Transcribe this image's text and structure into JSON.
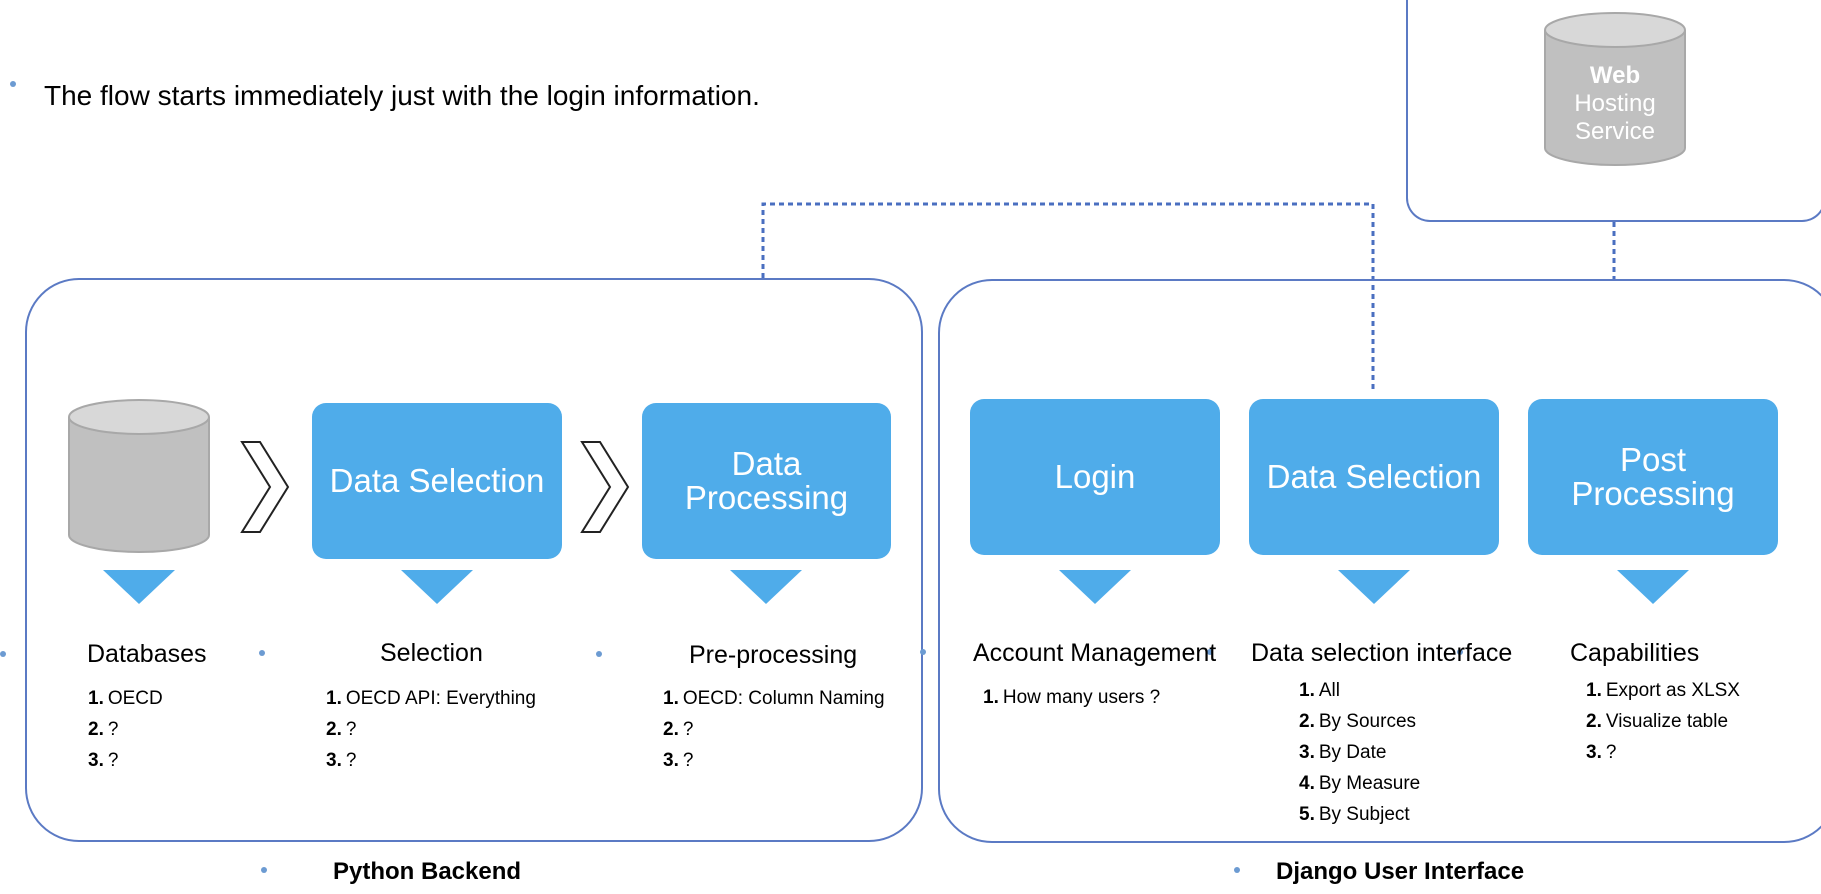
{
  "intro": {
    "text": "The flow starts immediately just with the login information."
  },
  "hosting": {
    "label_bold": "Web",
    "label_rest_1": "Hosting",
    "label_rest_2": "Service"
  },
  "backend": {
    "title": "Python Backend",
    "steps": [
      {
        "label": "Data Selection"
      },
      {
        "label_1": "Data",
        "label_2": "Processing"
      }
    ],
    "columns": [
      {
        "heading": "Databases",
        "items": [
          "OECD",
          "?",
          "?"
        ]
      },
      {
        "heading": "Selection",
        "items": [
          "OECD API: Everything",
          "?",
          "?"
        ]
      },
      {
        "heading": "Pre-processing",
        "items": [
          "OECD: Column Naming",
          "?",
          "?"
        ]
      }
    ]
  },
  "frontend": {
    "title": "Django User Interface",
    "steps": [
      {
        "label": "Login"
      },
      {
        "label": "Data Selection"
      },
      {
        "label_1": "Post",
        "label_2": "Processing"
      }
    ],
    "columns": [
      {
        "heading": "Account Management",
        "items": [
          "How many users ?"
        ]
      },
      {
        "heading": "Data selection interface",
        "items": [
          "All",
          "By Sources",
          "By Date",
          "By Measure",
          "By Subject"
        ]
      },
      {
        "heading": "Capabilities",
        "items": [
          "Export as XLSX",
          "Visualize table",
          "?"
        ]
      }
    ]
  },
  "numbers": [
    "1.",
    "2.",
    "3.",
    "4.",
    "5."
  ],
  "colors": {
    "step_fill": "#4facea",
    "outline": "#5b7ac4",
    "cylinder": "#c0c0c0"
  }
}
